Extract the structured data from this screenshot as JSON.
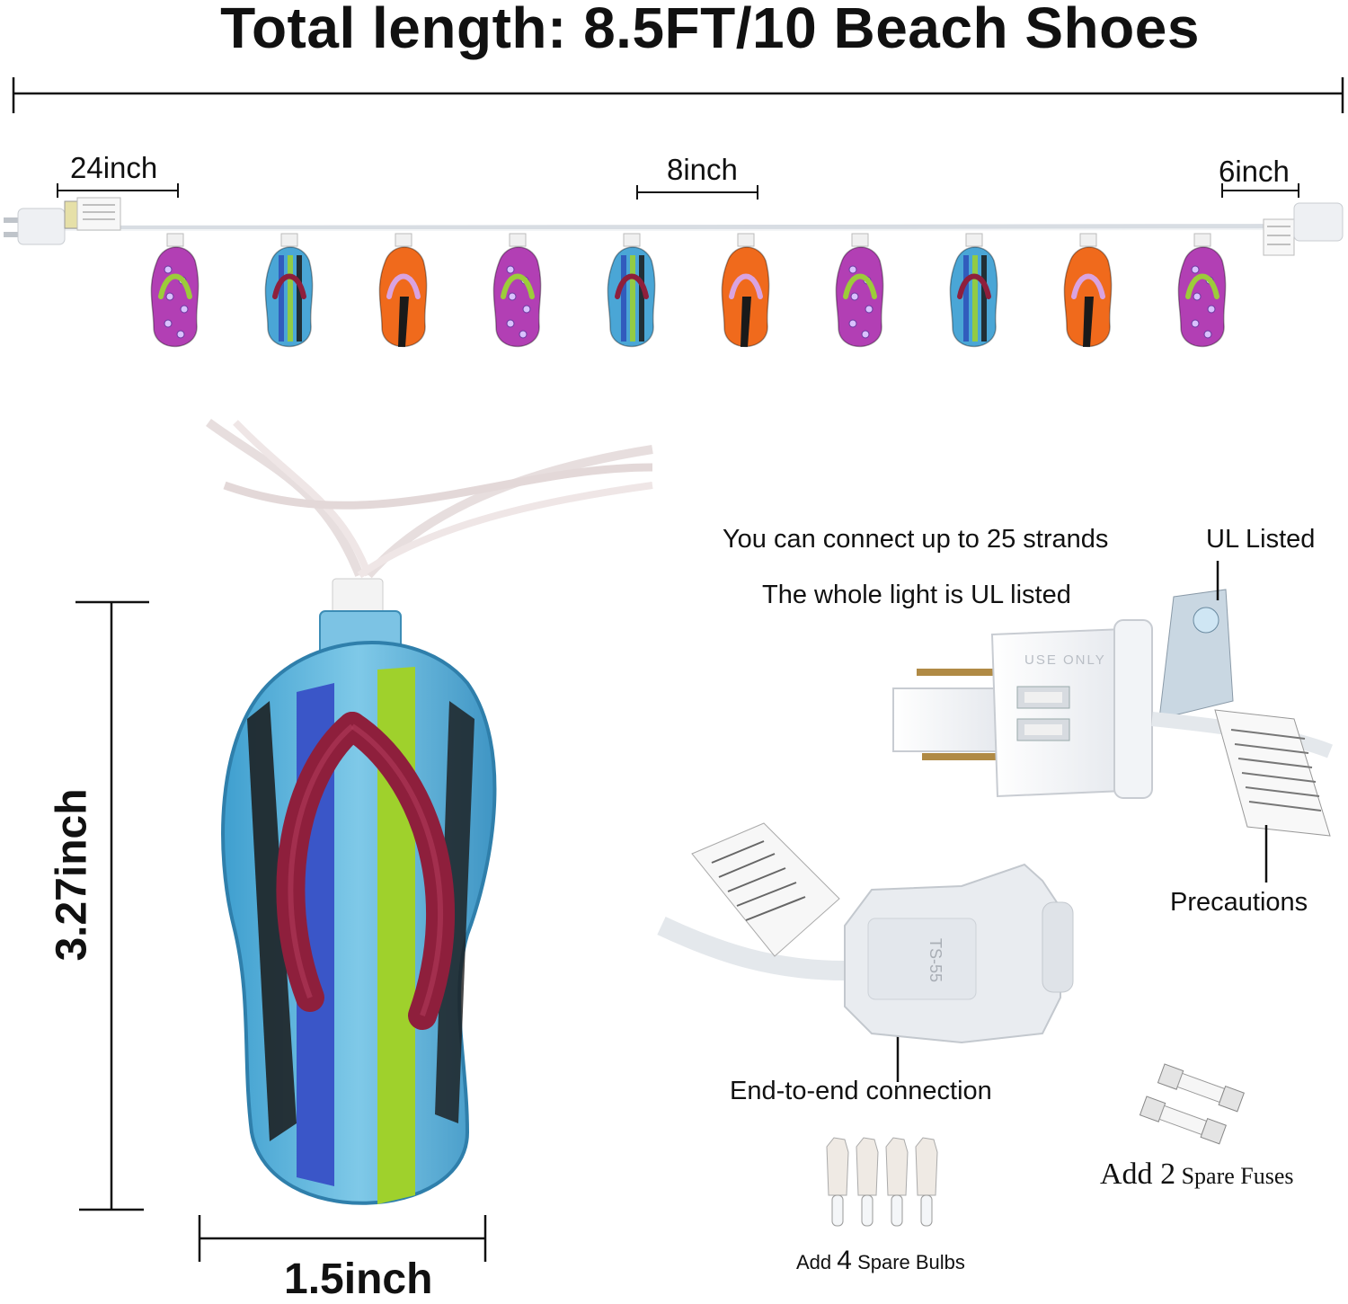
{
  "title": "Total length: 8.5FT/10 Beach Shoes",
  "spacing": {
    "lead_label": "24inch",
    "between_label": "8inch",
    "tail_label": "6inch"
  },
  "strand": {
    "count": 10,
    "colors": [
      "purple",
      "blue",
      "orange",
      "purple",
      "blue",
      "orange",
      "purple",
      "blue",
      "orange",
      "purple"
    ]
  },
  "product": {
    "height_label": "3.27inch",
    "width_label": "1.5inch"
  },
  "features": {
    "connect_text": "You can connect up to 25 strands",
    "ul_text": "The whole light is UL listed",
    "ul_label": "UL Listed",
    "precautions_label": "Precautions",
    "end_to_end_label": "End-to-end connection",
    "plug_marking": "USE ONLY",
    "socket_marking": "TS-55"
  },
  "spares": {
    "bulbs_prefix": "Add ",
    "bulbs_count": "4",
    "bulbs_suffix": " Spare Bulbs",
    "fuses_prefix": "Add ",
    "fuses_count": "2",
    "fuses_suffix": " Spare Fuses"
  },
  "palette": {
    "purple": "#b23fb4",
    "blue": "#4aa6d6",
    "orange": "#f06a1c",
    "strap_green": "#9ccc3a",
    "strap_red": "#8e1f3c"
  }
}
